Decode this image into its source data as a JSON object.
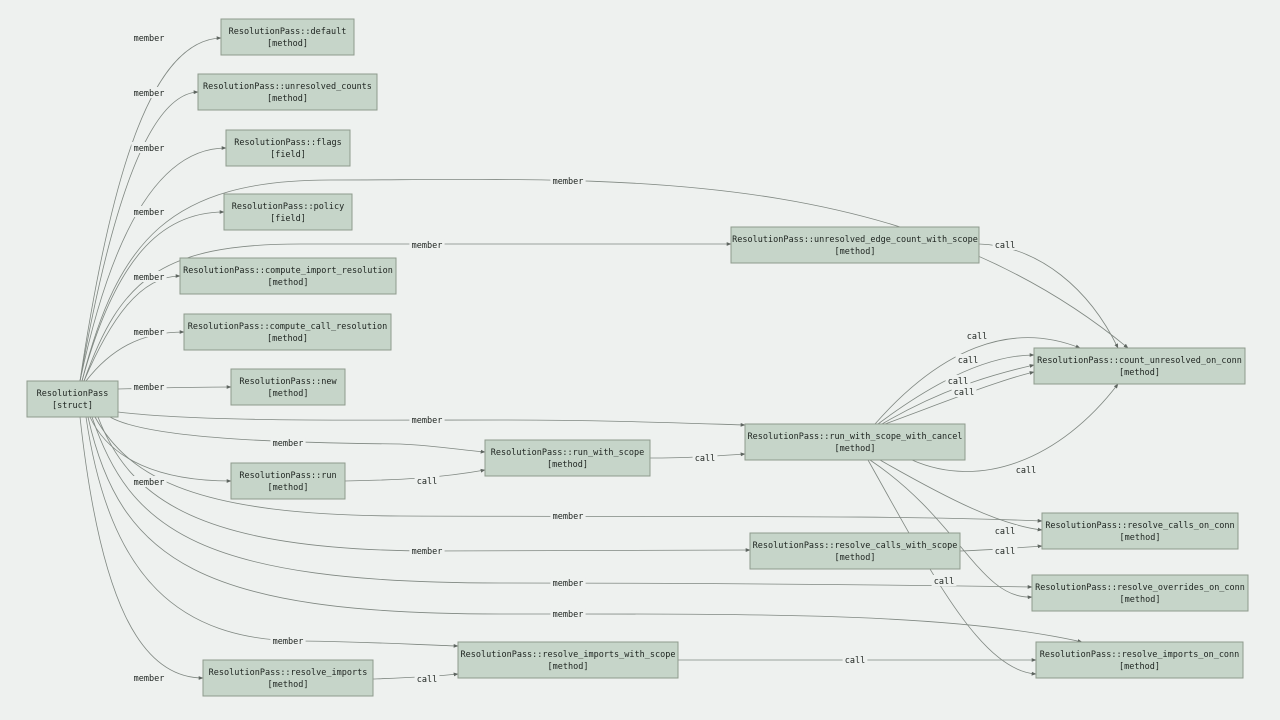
{
  "nodes": [
    {
      "id": "root",
      "name": "ResolutionPass",
      "kind": "[struct]"
    },
    {
      "id": "default",
      "name": "ResolutionPass::default",
      "kind": "[method]"
    },
    {
      "id": "unresolved_counts",
      "name": "ResolutionPass::unresolved_counts",
      "kind": "[method]"
    },
    {
      "id": "flags",
      "name": "ResolutionPass::flags",
      "kind": "[field]"
    },
    {
      "id": "policy",
      "name": "ResolutionPass::policy",
      "kind": "[field]"
    },
    {
      "id": "compute_import_resolution",
      "name": "ResolutionPass::compute_import_resolution",
      "kind": "[method]"
    },
    {
      "id": "compute_call_resolution",
      "name": "ResolutionPass::compute_call_resolution",
      "kind": "[method]"
    },
    {
      "id": "new",
      "name": "ResolutionPass::new",
      "kind": "[method]"
    },
    {
      "id": "run",
      "name": "ResolutionPass::run",
      "kind": "[method]"
    },
    {
      "id": "resolve_imports",
      "name": "ResolutionPass::resolve_imports",
      "kind": "[method]"
    },
    {
      "id": "run_with_scope",
      "name": "ResolutionPass::run_with_scope",
      "kind": "[method]"
    },
    {
      "id": "resolve_imports_with_scope",
      "name": "ResolutionPass::resolve_imports_with_scope",
      "kind": "[method]"
    },
    {
      "id": "unresolved_edge_count_with_scope",
      "name": "ResolutionPass::unresolved_edge_count_with_scope",
      "kind": "[method]"
    },
    {
      "id": "run_with_scope_with_cancel",
      "name": "ResolutionPass::run_with_scope_with_cancel",
      "kind": "[method]"
    },
    {
      "id": "resolve_calls_with_scope",
      "name": "ResolutionPass::resolve_calls_with_scope",
      "kind": "[method]"
    },
    {
      "id": "count_unresolved_on_conn",
      "name": "ResolutionPass::count_unresolved_on_conn",
      "kind": "[method]"
    },
    {
      "id": "resolve_calls_on_conn",
      "name": "ResolutionPass::resolve_calls_on_conn",
      "kind": "[method]"
    },
    {
      "id": "resolve_overrides_on_conn",
      "name": "ResolutionPass::resolve_overrides_on_conn",
      "kind": "[method]"
    },
    {
      "id": "resolve_imports_on_conn",
      "name": "ResolutionPass::resolve_imports_on_conn",
      "kind": "[method]"
    }
  ],
  "edges": [
    {
      "from": "root",
      "to": "default",
      "label": "member"
    },
    {
      "from": "root",
      "to": "unresolved_counts",
      "label": "member"
    },
    {
      "from": "root",
      "to": "flags",
      "label": "member"
    },
    {
      "from": "root",
      "to": "count_unresolved_on_conn",
      "label": "member"
    },
    {
      "from": "root",
      "to": "policy",
      "label": "member"
    },
    {
      "from": "root",
      "to": "unresolved_edge_count_with_scope",
      "label": "member"
    },
    {
      "from": "root",
      "to": "compute_import_resolution",
      "label": "member"
    },
    {
      "from": "root",
      "to": "compute_call_resolution",
      "label": "member"
    },
    {
      "from": "root",
      "to": "new",
      "label": "member"
    },
    {
      "from": "root",
      "to": "run_with_scope_with_cancel",
      "label": "member"
    },
    {
      "from": "root",
      "to": "run_with_scope",
      "label": "member"
    },
    {
      "from": "root",
      "to": "run",
      "label": "member"
    },
    {
      "from": "root",
      "to": "resolve_calls_on_conn",
      "label": "member"
    },
    {
      "from": "root",
      "to": "resolve_calls_with_scope",
      "label": "member"
    },
    {
      "from": "root",
      "to": "resolve_overrides_on_conn",
      "label": "member"
    },
    {
      "from": "root",
      "to": "resolve_imports_on_conn",
      "label": "member"
    },
    {
      "from": "root",
      "to": "resolve_imports_with_scope",
      "label": "member"
    },
    {
      "from": "root",
      "to": "resolve_imports",
      "label": "member"
    },
    {
      "from": "unresolved_edge_count_with_scope",
      "to": "count_unresolved_on_conn",
      "label": "call"
    },
    {
      "from": "run_with_scope_with_cancel",
      "to": "count_unresolved_on_conn",
      "label": "call"
    },
    {
      "from": "run_with_scope_with_cancel",
      "to": "count_unresolved_on_conn",
      "label": "call"
    },
    {
      "from": "run_with_scope_with_cancel",
      "to": "count_unresolved_on_conn",
      "label": "call"
    },
    {
      "from": "run_with_scope_with_cancel",
      "to": "count_unresolved_on_conn",
      "label": "call"
    },
    {
      "from": "run_with_scope_with_cancel",
      "to": "count_unresolved_on_conn",
      "label": "call"
    },
    {
      "from": "run",
      "to": "run_with_scope",
      "label": "call"
    },
    {
      "from": "run_with_scope",
      "to": "run_with_scope_with_cancel",
      "label": "call"
    },
    {
      "from": "run_with_scope_with_cancel",
      "to": "resolve_calls_on_conn",
      "label": "call"
    },
    {
      "from": "resolve_calls_with_scope",
      "to": "resolve_calls_on_conn",
      "label": "call"
    },
    {
      "from": "run_with_scope_with_cancel",
      "to": "resolve_overrides_on_conn",
      "label": "call"
    },
    {
      "from": "run_with_scope_with_cancel",
      "to": "resolve_imports_on_conn",
      "label": "call"
    },
    {
      "from": "resolve_imports",
      "to": "resolve_imports_with_scope",
      "label": "call"
    },
    {
      "from": "resolve_imports_with_scope",
      "to": "resolve_imports_on_conn",
      "label": "call"
    }
  ]
}
